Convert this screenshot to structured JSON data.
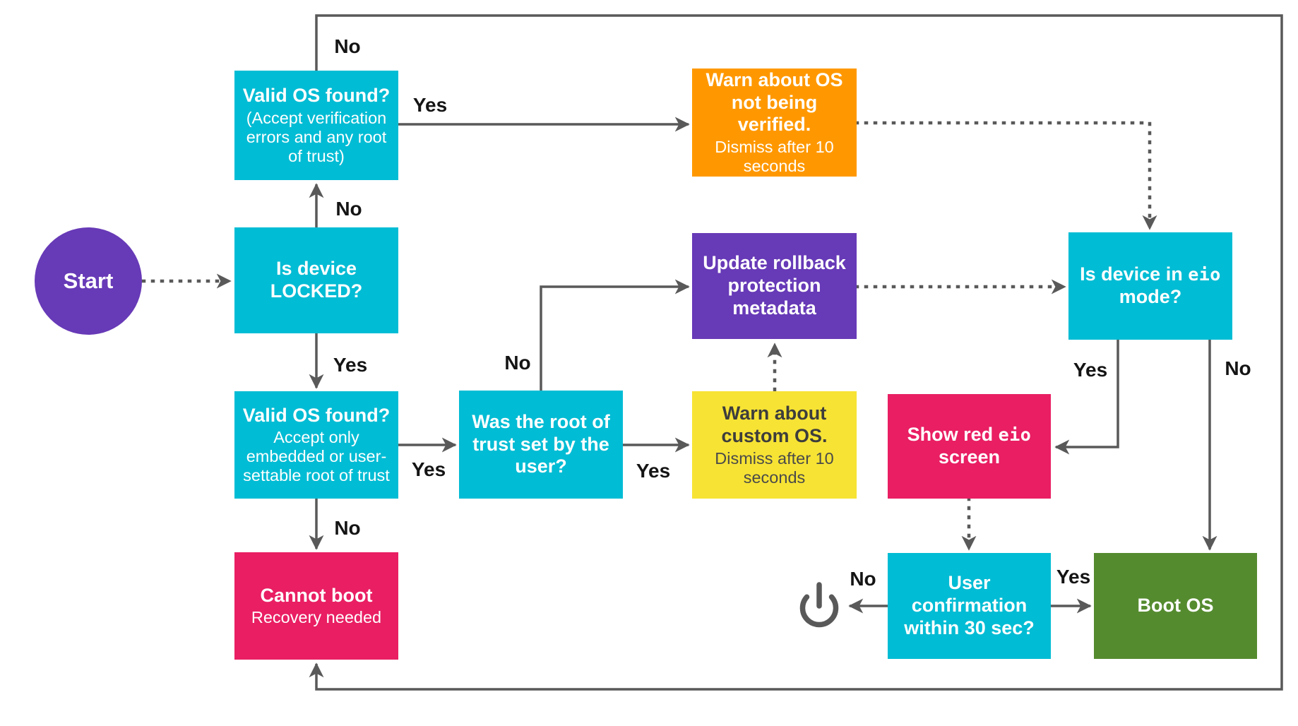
{
  "diagram": {
    "description": "Boot flow decision diagram",
    "nodes": {
      "start": {
        "label": "Start"
      },
      "locked": {
        "title": "Is device LOCKED?"
      },
      "valid_any": {
        "title": "Valid OS found?",
        "subtitle": "(Accept verification errors and any root of trust)"
      },
      "warn_unverified": {
        "title": "Warn about OS not being verified.",
        "subtitle": "Dismiss after 10 seconds"
      },
      "valid_restricted": {
        "title": "Valid OS found?",
        "subtitle": "Accept only embedded or user-settable root of trust"
      },
      "root_user": {
        "title": "Was the root of trust set by the user?"
      },
      "warn_custom": {
        "title": "Warn about custom OS.",
        "subtitle": "Dismiss after 10 seconds"
      },
      "update_rollback": {
        "title": "Update rollback protection metadata"
      },
      "eio_mode": {
        "prefix": "Is device in ",
        "code": "eio",
        "suffix": " mode?"
      },
      "show_red": {
        "prefix": "Show red ",
        "code": "eio",
        "suffix": " screen"
      },
      "cannot_boot": {
        "title": "Cannot boot",
        "subtitle": "Recovery needed"
      },
      "user_confirm": {
        "title": "User confirmation within 30 sec?"
      },
      "boot_os": {
        "title": "Boot OS"
      }
    },
    "edge_labels": {
      "no_top": "No",
      "no_locked": "No",
      "yes_valid_any": "Yes",
      "yes_locked": "Yes",
      "no_root": "No",
      "yes_restricted": "Yes",
      "yes_root": "Yes",
      "no_restricted": "No",
      "yes_eio": "Yes",
      "no_eio": "No",
      "no_confirm": "No",
      "yes_confirm": "Yes"
    },
    "icons": {
      "shutdown": "power-icon"
    }
  },
  "colors": {
    "cyan": "#00BCD4",
    "purple": "#673AB7",
    "orange": "#FF9800",
    "yellow": "#F7E334",
    "pink": "#E91E63",
    "green": "#558B2F",
    "line": "#595959",
    "yellow_text": "#3d3d3d"
  }
}
